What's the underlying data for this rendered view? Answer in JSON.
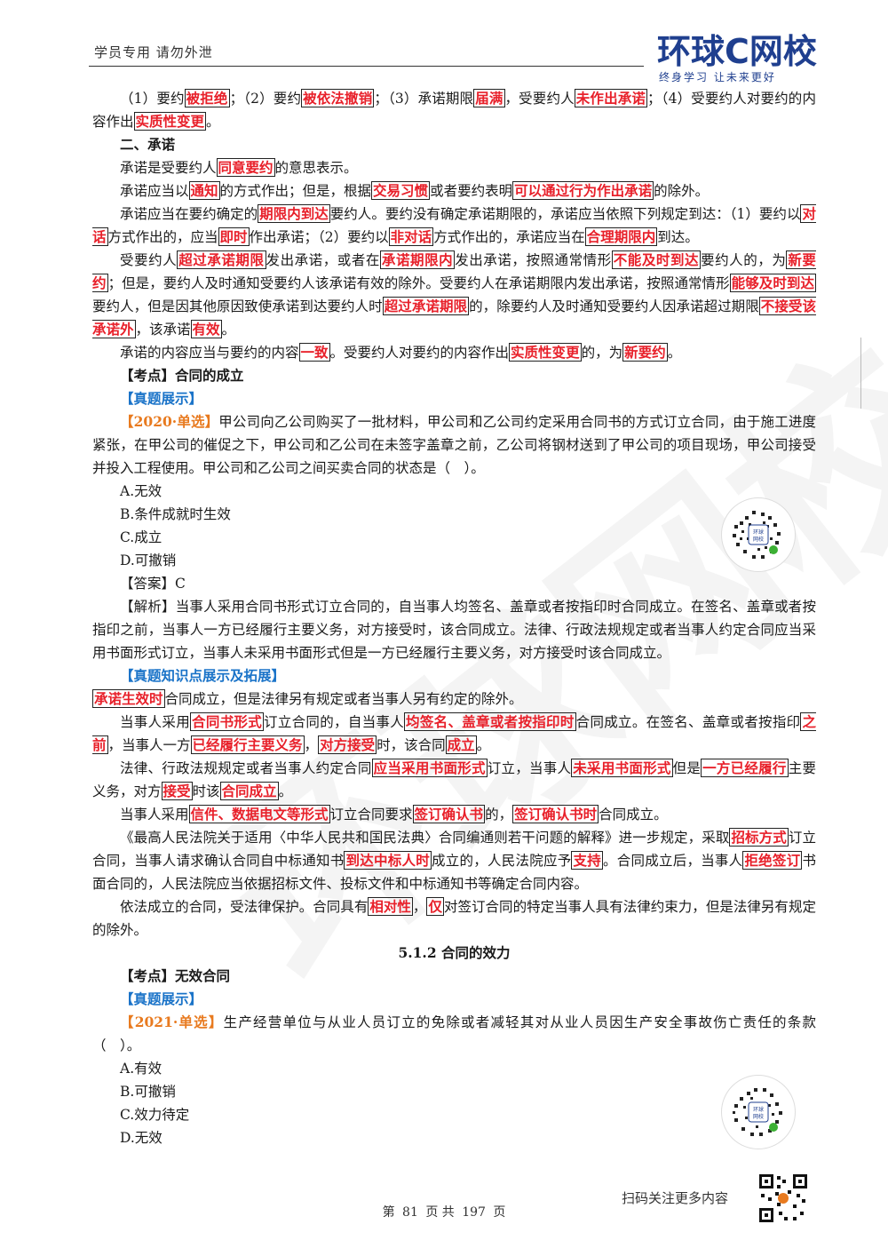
{
  "header": {
    "left_text": "学员专用 请勿外泄",
    "logo_main": "环球C网校",
    "logo_sub": "终身学习 让未来更好"
  },
  "watermark": "环球网校",
  "content": {
    "l1a": "（1）要约",
    "l1b": "被拒绝",
    "l1c": "；（2）要约",
    "l1d": "被依法撤销",
    "l1e": "；（3）承诺期限",
    "l1f": "届满",
    "l1g": "，受要约人",
    "l1h": "未作出承诺",
    "l1i": "；（4）受要约人对要约的内容作出",
    "l1j": "实质性变更",
    "l1k": "。",
    "h2": "二、承诺",
    "p2a": "承诺是受要约人",
    "p2b": "同意要约",
    "p2c": "的意思表示。",
    "p3a": "承诺应当以",
    "p3b": "通知",
    "p3c": "的方式作出；但是，根据",
    "p3d": "交易习惯",
    "p3e": "或者要约表明",
    "p3f": "可以通过行为作出承诺",
    "p3g": "的除外。",
    "p4a": "承诺应当在要约确定的",
    "p4b": "期限内到达",
    "p4c": "要约人。要约没有确定承诺期限的，承诺应当依照下列规定到达：（1）要约以",
    "p4d": "对话",
    "p4e": "方式作出的，应当",
    "p4f": "即时",
    "p4g": "作出承诺；（2）要约以",
    "p4h": "非对话",
    "p4i": "方式作出的，承诺应当在",
    "p4j": "合理期限内",
    "p4k": "到达。",
    "p5a": "受要约人",
    "p5b": "超过承诺期限",
    "p5c": "发出承诺，或者在",
    "p5d": "承诺期限内",
    "p5e": "发出承诺，按照通常情形",
    "p5f": "不能及时到达",
    "p5g": "要约人的，为",
    "p5h": "新要约",
    "p5i": "；但是，要约人及时通知受要约人该承诺有效的除外。受要约人在承诺期限内发出承诺，按照通常情形",
    "p5j": "能够及时到达",
    "p5k": "要约人，但是因其他原因致使承诺到达要约人时",
    "p5l": "超过承诺期限",
    "p5m": "的，除要约人及时通知受要约人因承诺超过期限",
    "p5n": "不接受该承诺外",
    "p5o": "，该承诺",
    "p5p": "有效",
    "p5q": "。",
    "p6a": "承诺的内容应当与要约的内容",
    "p6b": "一致",
    "p6c": "。受要约人对要约的内容作出",
    "p6d": "实质性变更",
    "p6e": "的，为",
    "p6f": "新要约",
    "p6g": "。",
    "kd1": "【考点】合同的成立",
    "zt1": "【真题展示】",
    "q1tag": "【2020·单选】",
    "q1text": "甲公司向乙公司购买了一批材料，甲公司和乙公司约定采用合同书的方式订立合同，由于施工进度紧张，在甲公司的催促之下，甲公司和乙公司在未签字盖章之前，乙公司将钢材送到了甲公司的项目现场，甲公司接受并投入工程使用。甲公司和乙公司之间买卖合同的状态是（　）。",
    "q1o1": "A.无效",
    "q1o2": "B.条件成就时生效",
    "q1o3": "C.成立",
    "q1o4": "D.可撤销",
    "ans1": "【答案】C",
    "exp1": "【解析】当事人采用合同书形式订立合同的，自当事人均签名、盖章或者按指印时合同成立。在签名、盖章或者按指印之前，当事人一方已经履行主要义务，对方接受时，该合同成立。法律、行政法规规定或者当事人约定合同应当采用书面形式订立，当事人未采用书面形式但是一方已经履行主要义务，对方接受时该合同成立。",
    "zt2": "【真题知识点展示及拓展】",
    "e1a": "承诺生效时",
    "e1b": "合同成立，但是法律另有规定或者当事人另有约定的除外。",
    "e2a": "当事人采用",
    "e2b": "合同书形式",
    "e2c": "订立合同的，自当事人",
    "e2d": "均签名、盖章或者按指印时",
    "e2e": "合同成立。在签名、盖章或者按指印",
    "e2f": "之前",
    "e2g": "，当事人一方",
    "e2h": "已经履行主要义务",
    "e2i": "，",
    "e2j": "对方接受",
    "e2k": "时，该合同",
    "e2l": "成立",
    "e2m": "。",
    "e3a": "法律、行政法规规定或者当事人约定合同",
    "e3b": "应当采用书面形式",
    "e3c": "订立，当事人",
    "e3d": "未采用书面形式",
    "e3e": "但是",
    "e3f": "一方已经履行",
    "e3g": "主要义务，对方",
    "e3h": "接受",
    "e3i": "时该",
    "e3j": "合同成立",
    "e3k": "。",
    "e4a": "当事人采用",
    "e4b": "信件、数据电文等形式",
    "e4c": "订立合同要求",
    "e4d": "签订确认书",
    "e4e": "的，",
    "e4f": "签订确认书时",
    "e4g": "合同成立。",
    "e5a": "《最高人民法院关于适用〈中华人民共和国民法典〉合同编通则若干问题的解释》进一步规定，采取",
    "e5b": "招标方式",
    "e5c": "订立合同，当事人请求确认合同自中标通知书",
    "e5d": "到达中标人时",
    "e5e": "成立的，人民法院应予",
    "e5f": "支持",
    "e5g": "。合同成立后，当事人",
    "e5h": "拒绝签订",
    "e5i": "书面合同的，人民法院应当依据招标文件、投标文件和中标通知书等确定合同内容。",
    "e6a": "依法成立的合同，受法律保护。合同具有",
    "e6b": "相对性",
    "e6c": "，",
    "e6d": "仅",
    "e6e": "对签订合同的特定当事人具有法律约束力，但是法律另有规定的除外。",
    "sec": "5.1.2 合同的效力",
    "kd2": "【考点】无效合同",
    "zt3": "【真题展示】",
    "q2tag": "【2021·单选】",
    "q2text": "生产经营单位与从业人员订立的免除或者减轻其对从业人员因生产安全事故伤亡责任的条款（　）。",
    "q2o1": "A.有效",
    "q2o2": "B.可撤销",
    "q2o3": "C.效力待定",
    "q2o4": "D.无效"
  },
  "footer": {
    "scan_text": "扫码关注更多内容",
    "page_prefix": "第",
    "page_current": "81",
    "page_mid": "页 共",
    "page_total": "197",
    "page_suffix": "页"
  },
  "colors": {
    "keyword_red": "#e8202a",
    "heading_blue": "#1a73c8",
    "tag_orange": "#e87a1f",
    "logo_blue": "#1f3f8f"
  },
  "icons": [
    "wechat-qr-code-icon",
    "wechat-qr-code-icon",
    "square-qr-code-icon"
  ]
}
